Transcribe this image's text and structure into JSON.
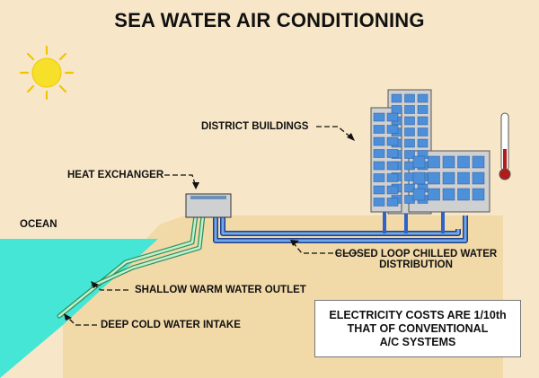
{
  "title": "SEA WATER AIR CONDITIONING",
  "labels": {
    "ocean": "OCEAN",
    "heat_exchanger": "HEAT EXCHANGER",
    "district_buildings": "DISTRICT BUILDINGS",
    "closed_loop_line1": "CLOSED LOOP CHILLED WATER",
    "closed_loop_line2": "DISTRIBUTION",
    "shallow_outlet": "SHALLOW WARM WATER OUTLET",
    "deep_intake": "DEEP COLD WATER INTAKE"
  },
  "callout": {
    "line1": "ELECTRICITY COSTS ARE 1/10th",
    "line2": "THAT OF CONVENTIONAL",
    "line3": "A/C SYSTEMS"
  },
  "colors": {
    "background": "#f7e7c8",
    "ocean": "#45e6d6",
    "land": "#f1d9a8",
    "pipe_blue": "#2f63c9",
    "pipe_green": "#8fd6a8",
    "building_fill": "#cfd0d1",
    "window_blue": "#4d8fd9",
    "sun": "#f7e02a"
  },
  "icons": [
    "sun-icon",
    "thermometer-icon"
  ]
}
